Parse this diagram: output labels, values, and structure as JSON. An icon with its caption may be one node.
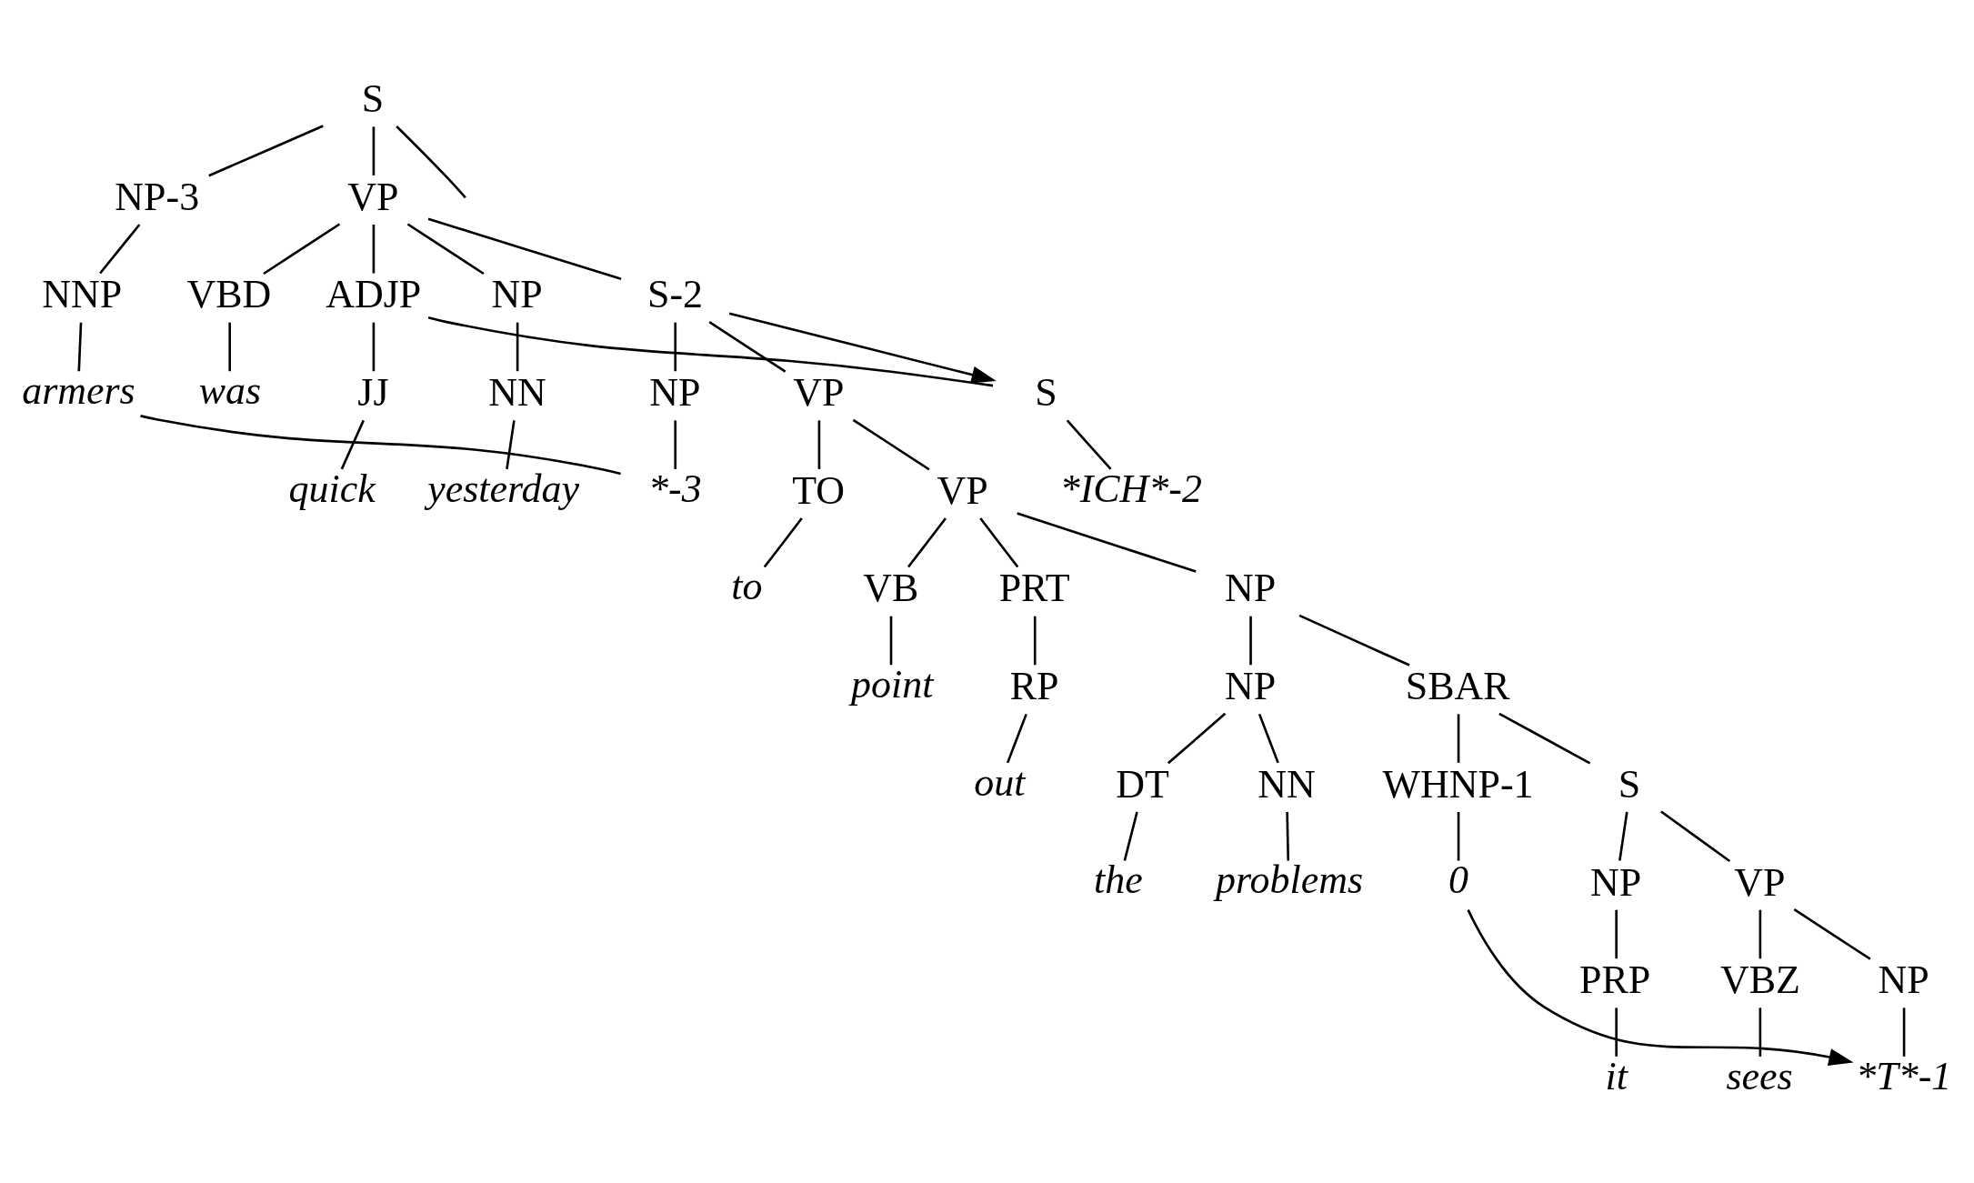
{
  "diagram": {
    "nodes": [
      {
        "text": [
          "S"
        ]
      },
      {
        "text": [
          "NP-3"
        ]
      },
      {
        "text": [
          "VP"
        ]
      },
      {
        "text": [
          "NNP"
        ]
      },
      {
        "text": [
          "VBD"
        ]
      },
      {
        "text": [
          "ADJP"
        ]
      },
      {
        "text": [
          "NP"
        ]
      },
      {
        "text": [
          "S-2"
        ]
      },
      {
        "text": [
          "armers"
        ]
      },
      {
        "text": [
          "was"
        ]
      },
      {
        "text": [
          "JJ"
        ]
      },
      {
        "text": [
          "S"
        ]
      },
      {
        "text": [
          "NN"
        ]
      },
      {
        "text": [
          "NP"
        ]
      },
      {
        "text": [
          "VP"
        ]
      },
      {
        "text": [
          "quick"
        ]
      },
      {
        "text": [
          "*ICH*-2"
        ]
      },
      {
        "text": [
          "yesterday"
        ]
      },
      {
        "text": [
          "*-3"
        ]
      },
      {
        "text": [
          "TO"
        ]
      },
      {
        "text": [
          "VP"
        ]
      },
      {
        "text": [
          "to"
        ]
      },
      {
        "text": [
          "VB"
        ]
      },
      {
        "text": [
          "PRT"
        ]
      },
      {
        "text": [
          "NP"
        ]
      },
      {
        "text": [
          "point"
        ]
      },
      {
        "text": [
          "RP"
        ]
      },
      {
        "text": [
          "NP"
        ]
      },
      {
        "text": [
          "SBAR"
        ]
      },
      {
        "text": [
          "out"
        ]
      },
      {
        "text": [
          "DT"
        ]
      },
      {
        "text": [
          "NN"
        ]
      },
      {
        "text": [
          "WHNP-1"
        ]
      },
      {
        "text": [
          "S"
        ]
      },
      {
        "text": [
          "the"
        ]
      },
      {
        "text": [
          "problems"
        ]
      },
      {
        "text": [
          "0"
        ]
      },
      {
        "text": [
          "NP"
        ]
      },
      {
        "text": [
          "VP"
        ]
      },
      {
        "text": [
          "PRP"
        ]
      },
      {
        "text": [
          "VBZ"
        ]
      },
      {
        "text": [
          "NP"
        ]
      },
      {
        "text": [
          "it"
        ]
      },
      {
        "text": [
          "sees"
        ]
      },
      {
        "text": [
          "*T*-1"
        ]
      }
    ],
    "edges": [
      {
        "from": 0,
        "to": 1,
        "arrow": "none"
      },
      {
        "from": 0,
        "to": 2,
        "arrow": "none"
      },
      {
        "from": 0,
        "to": null,
        "arrow": "none"
      },
      {
        "from": 1,
        "to": 3,
        "arrow": "none"
      },
      {
        "from": 2,
        "to": 4,
        "arrow": "none"
      },
      {
        "from": 2,
        "to": 5,
        "arrow": "none"
      },
      {
        "from": 2,
        "to": 6,
        "arrow": "none"
      },
      {
        "from": 2,
        "to": 7,
        "arrow": "none"
      },
      {
        "from": 3,
        "to": 8,
        "arrow": "none"
      },
      {
        "from": 4,
        "to": 9,
        "arrow": "none"
      },
      {
        "from": 5,
        "to": 10,
        "arrow": "none"
      },
      {
        "from": 5,
        "to": 11,
        "arrow": "none"
      },
      {
        "from": 6,
        "to": 12,
        "arrow": "none"
      },
      {
        "from": 7,
        "to": 13,
        "arrow": "none"
      },
      {
        "from": 7,
        "to": 14,
        "arrow": "none"
      },
      {
        "from": 10,
        "to": 15,
        "arrow": "none"
      },
      {
        "from": 11,
        "to": 16,
        "arrow": "none"
      },
      {
        "from": 12,
        "to": 17,
        "arrow": "none"
      },
      {
        "from": 13,
        "to": 18,
        "arrow": "none"
      },
      {
        "from": 14,
        "to": 19,
        "arrow": "none"
      },
      {
        "from": 14,
        "to": 20,
        "arrow": "none"
      },
      {
        "from": 19,
        "to": 21,
        "arrow": "none"
      },
      {
        "from": 20,
        "to": 22,
        "arrow": "none"
      },
      {
        "from": 20,
        "to": 23,
        "arrow": "none"
      },
      {
        "from": 20,
        "to": 24,
        "arrow": "none"
      },
      {
        "from": 22,
        "to": 25,
        "arrow": "none"
      },
      {
        "from": 23,
        "to": 26,
        "arrow": "none"
      },
      {
        "from": 24,
        "to": 27,
        "arrow": "none"
      },
      {
        "from": 24,
        "to": 28,
        "arrow": "none"
      },
      {
        "from": 26,
        "to": 29,
        "arrow": "none"
      },
      {
        "from": 27,
        "to": 30,
        "arrow": "none"
      },
      {
        "from": 27,
        "to": 31,
        "arrow": "none"
      },
      {
        "from": 28,
        "to": 32,
        "arrow": "none"
      },
      {
        "from": 28,
        "to": 33,
        "arrow": "none"
      },
      {
        "from": 30,
        "to": 34,
        "arrow": "none"
      },
      {
        "from": 31,
        "to": 35,
        "arrow": "none"
      },
      {
        "from": 32,
        "to": 36,
        "arrow": "none"
      },
      {
        "from": 33,
        "to": 37,
        "arrow": "none"
      },
      {
        "from": 33,
        "to": 38,
        "arrow": "none"
      },
      {
        "from": 37,
        "to": 39,
        "arrow": "none"
      },
      {
        "from": 38,
        "to": 40,
        "arrow": "none"
      },
      {
        "from": 38,
        "to": 41,
        "arrow": "none"
      },
      {
        "from": 39,
        "to": 42,
        "arrow": "none"
      },
      {
        "from": 40,
        "to": 43,
        "arrow": "none"
      },
      {
        "from": 41,
        "to": 44,
        "arrow": "none"
      },
      {
        "from": 7,
        "to": 11,
        "arrow": "to"
      },
      {
        "from": 8,
        "to": 18,
        "arrow": "none"
      },
      {
        "from": 36,
        "to": 44,
        "arrow": "to"
      }
    ]
  }
}
